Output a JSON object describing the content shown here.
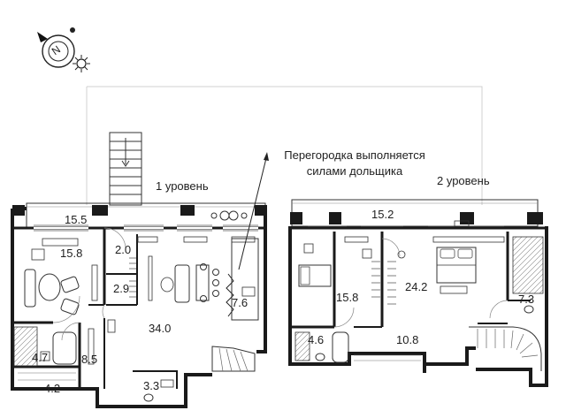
{
  "compass": {
    "letter": "N",
    "icon": "compass-icon",
    "sun_icon": "sun-icon"
  },
  "levels": {
    "first": {
      "label": "1 уровень"
    },
    "second": {
      "label": "2 уровень"
    }
  },
  "note": {
    "line1": "Перегородка выполняется",
    "line2": "силами дольщика"
  },
  "rooms_level1": {
    "loggia": "15.5",
    "living": "15.8",
    "closet_a": "2.0",
    "closet_b": "2.9",
    "kitchen_living": "34.0",
    "kitchen_zone": "7.6",
    "bath": "4.7",
    "hall": "8.5",
    "wardrobe": "4.2",
    "wc": "3.3"
  },
  "rooms_level2": {
    "loggia": "15.2",
    "bedroom_a": "15.8",
    "bedroom_b": "24.2",
    "bath_b": "7.3",
    "bath_a": "4.6",
    "hall": "10.8"
  },
  "colors": {
    "wall": "#1a1a1a",
    "line": "#555555",
    "accent_fill": "#c8d6e5"
  }
}
